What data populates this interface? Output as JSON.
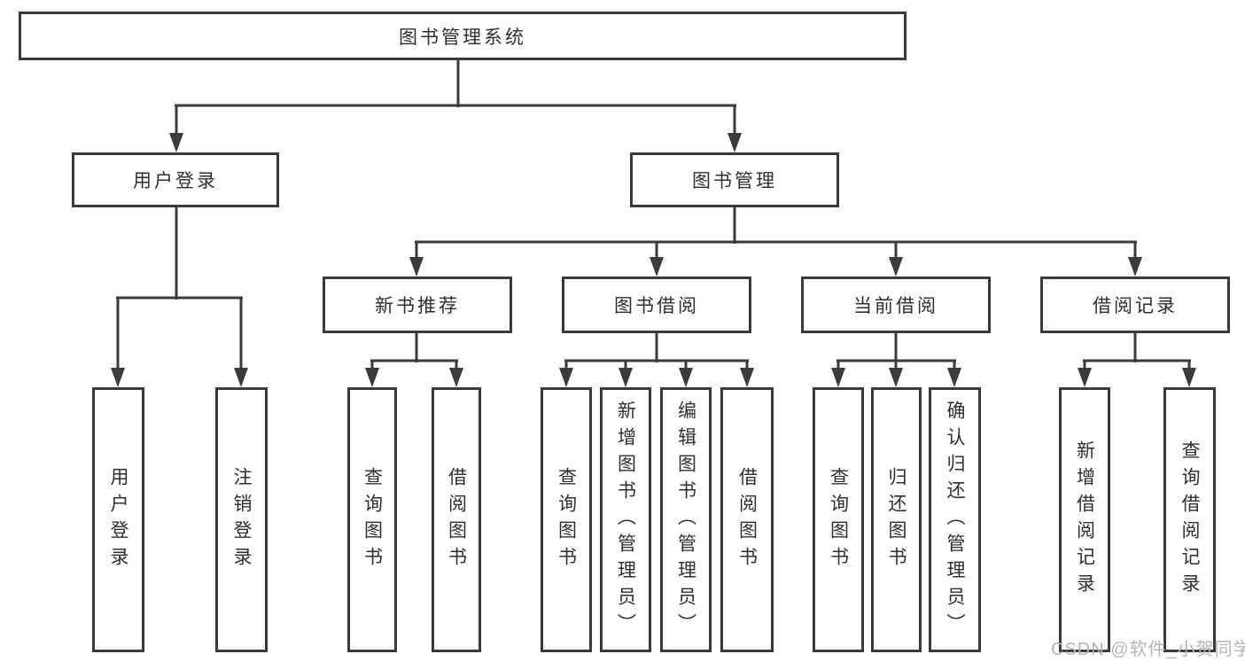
{
  "tree": {
    "label": "图书管理系统",
    "children": [
      {
        "label": "用户登录",
        "children": [
          {
            "label": "用户登录"
          },
          {
            "label": "注销登录"
          }
        ]
      },
      {
        "label": "图书管理",
        "children": [
          {
            "label": "新书推荐",
            "children": [
              {
                "label": "查询图书"
              },
              {
                "label": "借阅图书"
              }
            ]
          },
          {
            "label": "图书借阅",
            "children": [
              {
                "label": "查询图书"
              },
              {
                "label": "新增图书（管理员）"
              },
              {
                "label": "编辑图书（管理员）"
              },
              {
                "label": "借阅图书"
              }
            ]
          },
          {
            "label": "当前借阅",
            "children": [
              {
                "label": "查询图书"
              },
              {
                "label": "归还图书"
              },
              {
                "label": "确认归还（管理员）"
              }
            ]
          },
          {
            "label": "借阅记录",
            "children": [
              {
                "label": "新增借阅记录"
              },
              {
                "label": "查询借阅记录"
              }
            ]
          }
        ]
      }
    ]
  },
  "watermark": "CSDN @软件_小贺同学",
  "colors": {
    "line": "#3b3b3b",
    "text": "#2f2f2f",
    "watermark": "#b5b5b5",
    "background": "#ffffff"
  }
}
